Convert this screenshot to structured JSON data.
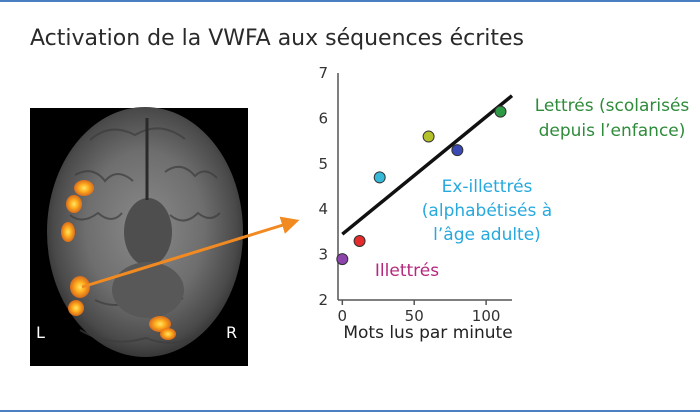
{
  "figure": {
    "title": "Activation de la VWFA aux séquences écrites",
    "brain": {
      "left_label": "L",
      "right_label": "R"
    }
  },
  "annotations": {
    "letters": [
      "Lettrés (scolarisés",
      "depuis l’enfance)"
    ],
    "exilliterate": [
      "Ex-illettrés",
      "(alphabétisés à",
      "l’âge adulte)"
    ],
    "illiterate": [
      "Illettrés"
    ]
  },
  "colors": {
    "letters": "#2e8b3a",
    "exilliterate": "#27a9de",
    "illiterate": "#b5287e",
    "arrow": "#f28a22",
    "frame": "#4a7fc1"
  },
  "chart_data": {
    "type": "scatter",
    "title": "",
    "xlabel": "Mots lus par minute",
    "ylabel": "",
    "xlim": [
      -3,
      118
    ],
    "ylim": [
      2,
      7
    ],
    "xticks": [
      0,
      50,
      100
    ],
    "yticks": [
      2,
      3,
      4,
      5,
      6,
      7
    ],
    "grid": false,
    "points": [
      {
        "x": 0,
        "y": 2.9,
        "color": "#8e44ad"
      },
      {
        "x": 12,
        "y": 3.3,
        "color": "#e52b2b"
      },
      {
        "x": 26,
        "y": 4.7,
        "color": "#36b8d8"
      },
      {
        "x": 60,
        "y": 5.6,
        "color": "#b5c12a"
      },
      {
        "x": 80,
        "y": 5.3,
        "color": "#3a49b3"
      },
      {
        "x": 110,
        "y": 6.15,
        "color": "#2e9a45"
      }
    ],
    "trendline": {
      "x": [
        0,
        118
      ],
      "y": [
        3.45,
        6.5
      ]
    }
  }
}
